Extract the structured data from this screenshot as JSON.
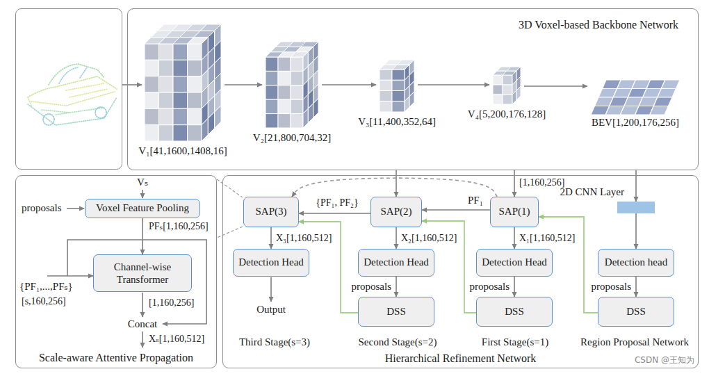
{
  "diagram": {
    "nodes": [
      {
        "text": [
          "3D Voxel-based Backbone Network"
        ]
      },
      {
        "text": [
          "V₁[41,1600,1408,16]"
        ],
        "in": 0
      },
      {
        "text": [
          "V₂[21,800,704,32]"
        ],
        "in": 0
      },
      {
        "text": [
          "V₃[11,400,352,64]"
        ],
        "in": 0
      },
      {
        "text": [
          "V₄[5,200,176,128]"
        ],
        "in": 0
      },
      {
        "text": [
          "BEV[1,200,176,256]"
        ],
        "in": 0
      },
      {
        "text": [
          "Scale-aware Attentive Propagation"
        ]
      },
      {
        "text": [
          "Voxel Feature Pooling"
        ],
        "in": 6
      },
      {
        "text": [
          "Channel-wise Transformer"
        ],
        "in": 6
      },
      {
        "text": [
          "Hierarchical Refinement Network"
        ]
      },
      {
        "text": [
          "SAP(3)"
        ],
        "in": 9
      },
      {
        "text": [
          "SAP(2)"
        ],
        "in": 9
      },
      {
        "text": [
          "SAP(1)"
        ],
        "in": 9
      },
      {
        "text": [
          "2D CNN Layer"
        ],
        "in": 9
      },
      {
        "text": [
          "Detection Head"
        ],
        "in": 9
      },
      {
        "text": [
          "Detection Head"
        ],
        "in": 9
      },
      {
        "text": [
          "Detection Head"
        ],
        "in": 9
      },
      {
        "text": [
          "Detection head"
        ],
        "in": 9
      },
      {
        "text": [
          "DSS"
        ],
        "in": 9
      },
      {
        "text": [
          "DSS"
        ],
        "in": 9
      },
      {
        "text": [
          "DSS"
        ],
        "in": 9
      }
    ],
    "edges": [
      {
        "from": 1,
        "to": 2,
        "arrow": "to"
      },
      {
        "from": 2,
        "to": 3,
        "arrow": "to"
      },
      {
        "from": 3,
        "to": 4,
        "arrow": "to"
      },
      {
        "from": 4,
        "to": 5,
        "arrow": "to"
      },
      {
        "from": 7,
        "to": 8,
        "arrow": "to",
        "label": "PFₛ[1,160,256]"
      },
      {
        "from": 0,
        "to": 11,
        "arrow": "to"
      },
      {
        "from": 0,
        "to": 12,
        "arrow": "to"
      },
      {
        "from": 0,
        "to": 13,
        "arrow": "to"
      },
      {
        "from": 13,
        "to": 17,
        "arrow": "to"
      },
      {
        "from": 17,
        "to": 20,
        "arrow": "to",
        "label": "proposals"
      },
      {
        "from": 20,
        "to": 12,
        "arrow": "to"
      },
      {
        "from": 12,
        "to": 16,
        "arrow": "to",
        "label": "X₁[1,160,512]"
      },
      {
        "from": 16,
        "to": 19,
        "arrow": "to",
        "label": "proposals"
      },
      {
        "from": 19,
        "to": 11,
        "arrow": "to"
      },
      {
        "from": 12,
        "to": 11,
        "arrow": "to",
        "label": "PF₁"
      },
      {
        "from": 12,
        "to": 10,
        "arrow": "to"
      },
      {
        "from": 11,
        "to": 10,
        "arrow": "to",
        "label": "{PF₁, PF₂}"
      },
      {
        "from": 11,
        "to": 15,
        "arrow": "to",
        "label": "X₂[1,160,512]"
      },
      {
        "from": 15,
        "to": 18,
        "arrow": "to",
        "label": "proposals"
      },
      {
        "from": 18,
        "to": 10,
        "arrow": "to"
      },
      {
        "from": 10,
        "to": 14,
        "arrow": "to",
        "label": "X₃[1,160,512]"
      }
    ],
    "labels": [
      "Vₛ",
      "proposals",
      "{PF₁,...,PFₛ}",
      "[s,160,256]",
      "[1,160,256]",
      "Concat",
      "Xₛ[1,160,512]",
      "[1,160,256]",
      "Output",
      "Third Stage(s=3)",
      "Second Stage(s=2)",
      "First Stage(s=1)",
      "Region Proposal Network",
      "CSDN @王知为"
    ]
  }
}
